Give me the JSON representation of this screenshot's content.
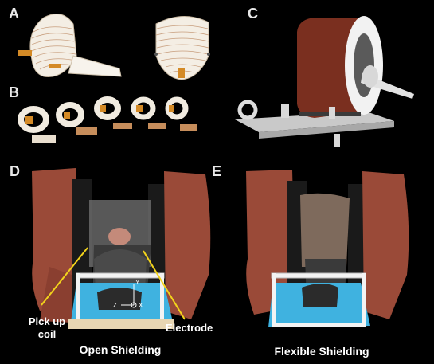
{
  "panels": {
    "a": {
      "label": "A"
    },
    "b": {
      "label": "B"
    },
    "c": {
      "label": "C"
    },
    "d": {
      "label": "D"
    },
    "e": {
      "label": "E"
    }
  },
  "annotations": {
    "pickup_line1": "Pick up",
    "pickup_line2": "coil",
    "electrode": "Electrode",
    "axis_y": "Y",
    "axis_z": "Z",
    "axis_x": "X"
  },
  "captions": {
    "open": "Open Shielding",
    "flexible": "Flexible Shielding"
  },
  "colors": {
    "background": "#000000",
    "magnet_red": "#9a4a38",
    "coil_copper": "#7a2f1f",
    "bed_blue": "#3fb2e0",
    "arrow_yellow": "#f2d31b"
  }
}
